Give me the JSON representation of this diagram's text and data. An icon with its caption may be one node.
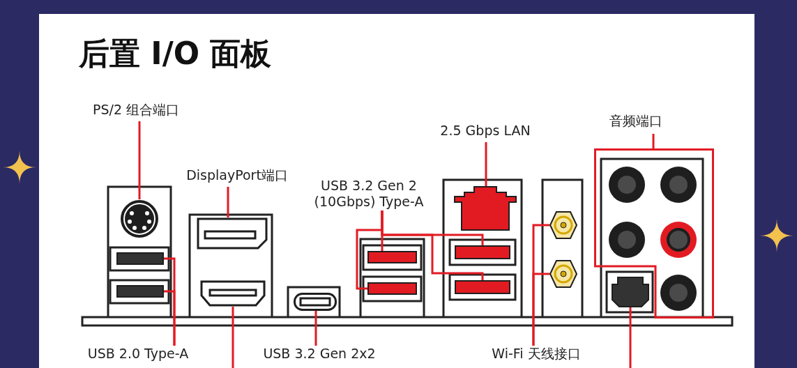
{
  "diagram": {
    "title": "后置 I/O 面板",
    "nodes": [
      {
        "text": [
          "PS/2 组合端口"
        ]
      },
      {
        "text": [],
        "shape": "circle"
      },
      {
        "text": [
          "DisplayPort端口"
        ]
      },
      {
        "text": [],
        "shape": "box"
      },
      {
        "text": [
          "USB 3.2 Gen 2 (10Gbps) Type-A"
        ]
      },
      {
        "text": [],
        "shape": "box"
      },
      {
        "text": [],
        "shape": "box"
      },
      {
        "text": [],
        "shape": "box"
      },
      {
        "text": [],
        "shape": "box"
      },
      {
        "text": [
          "2.5 Gbps LAN"
        ]
      },
      {
        "text": [],
        "shape": "box"
      },
      {
        "text": [
          "音频端口"
        ]
      },
      {
        "text": [],
        "shape": "box"
      },
      {
        "text": [
          "USB 2.0 Type-A"
        ]
      },
      {
        "text": [],
        "shape": "box"
      },
      {
        "text": [],
        "shape": "box"
      },
      {
        "text": [],
        "shape": "box"
      },
      {
        "text": [
          "USB 3.2 Gen 2x2"
        ]
      },
      {
        "text": [],
        "shape": "box"
      },
      {
        "text": [
          "Wi-Fi 天线接口"
        ]
      },
      {
        "text": [],
        "shape": "hexagon"
      },
      {
        "text": [],
        "shape": "hexagon"
      },
      {
        "text": [],
        "shape": "box"
      }
    ],
    "edges": [
      {
        "from": 0,
        "to": 1,
        "arrow": "none"
      },
      {
        "from": 2,
        "to": 3,
        "arrow": "none"
      },
      {
        "from": 4,
        "to": 5,
        "arrow": "none"
      },
      {
        "from": 4,
        "to": 6,
        "arrow": "none"
      },
      {
        "from": 4,
        "to": 7,
        "arrow": "none"
      },
      {
        "from": 4,
        "to": 8,
        "arrow": "none"
      },
      {
        "from": 9,
        "to": 10,
        "arrow": "none"
      },
      {
        "from": 11,
        "to": 12,
        "arrow": "none"
      },
      {
        "from": 13,
        "to": 14,
        "arrow": "none"
      },
      {
        "from": 13,
        "to": 15,
        "arrow": "none"
      },
      {
        "from": 17,
        "to": 18,
        "arrow": "none"
      },
      {
        "from": 19,
        "to": 20,
        "arrow": "none"
      },
      {
        "from": 19,
        "to": 21,
        "arrow": "none"
      },
      {
        "from": 16,
        "to": null,
        "arrow": "none"
      },
      {
        "from": 22,
        "to": null,
        "arrow": "none"
      }
    ]
  }
}
